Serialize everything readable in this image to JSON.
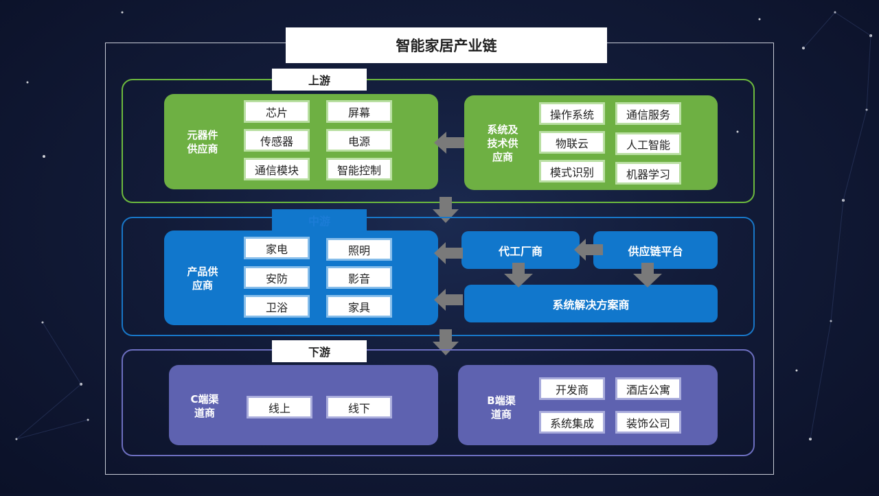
{
  "title": "智能家居产业链",
  "upstream": {
    "label": "上游",
    "components": {
      "title": "元器件\n供应商",
      "items": [
        "芯片",
        "屏幕",
        "传感器",
        "电源",
        "通信模块",
        "智能控制"
      ]
    },
    "tech": {
      "title": "系统及\n技术供\n应商",
      "items": [
        "操作系统",
        "通信服务",
        "物联云",
        "人工智能",
        "模式识别",
        "机器学习"
      ]
    }
  },
  "midstream": {
    "label": "中游",
    "products": {
      "title": "产品供\n应商",
      "items": [
        "家电",
        "照明",
        "安防",
        "影音",
        "卫浴",
        "家具"
      ]
    },
    "oem": "代工厂商",
    "supply_chain": "供应链平台",
    "solutions": "系统解决方案商"
  },
  "downstream": {
    "label": "下游",
    "c_channel": {
      "title": "C端渠\n道商",
      "items": [
        "线上",
        "线下"
      ]
    },
    "b_channel": {
      "title": "B端渠\n道商",
      "items": [
        "开发商",
        "酒店公寓",
        "系统集成",
        "装饰公司"
      ]
    }
  },
  "colors": {
    "green": "#6eb043",
    "blue": "#1177cc",
    "purple": "#5e62b0",
    "arrow": "#7a7a7a"
  }
}
